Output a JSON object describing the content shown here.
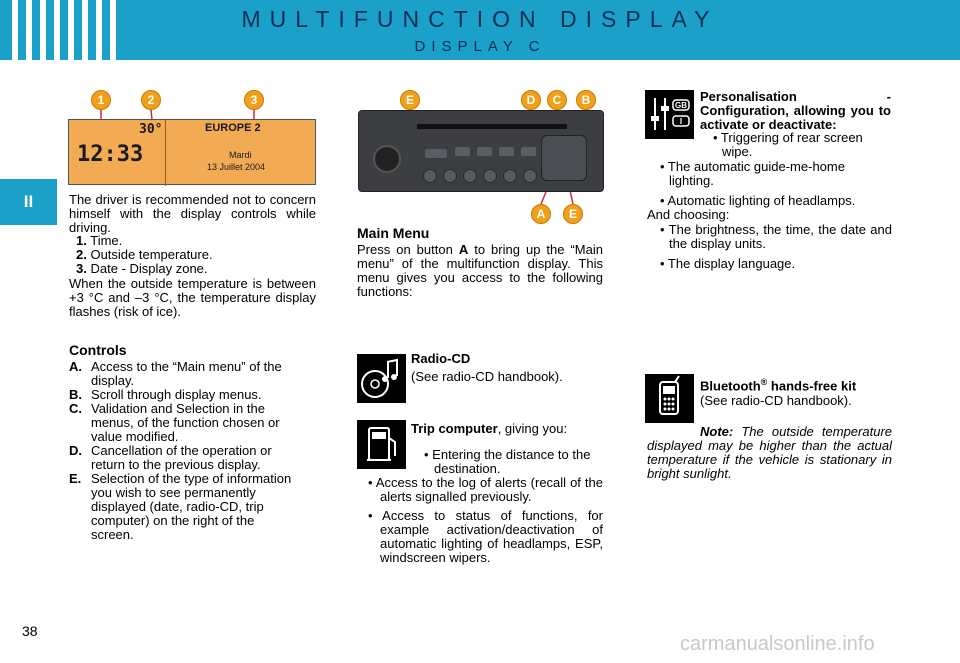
{
  "header": {
    "title": "MULTIFUNCTION DISPLAY",
    "subtitle": "DISPLAY C",
    "accent_color": "#1aa0c9"
  },
  "side_tab": "II",
  "callouts": {
    "display": [
      "1",
      "2",
      "3"
    ],
    "radio_top": [
      "E",
      "D",
      "C",
      "B"
    ],
    "radio_bottom": [
      "A",
      "E"
    ]
  },
  "display_image": {
    "time": "12:33",
    "temperature": "30°",
    "station": "EUROPE 2",
    "day": "Mardi",
    "date": "13 Juillet 2004"
  },
  "left": {
    "intro": "The driver is recommended not to concern himself with the display controls while driving.",
    "items": [
      {
        "num": "1.",
        "text": "Time."
      },
      {
        "num": "2.",
        "text": "Outside temperature."
      },
      {
        "num": "3.",
        "text": "Date - Display zone."
      }
    ],
    "warning": "When the outside temperature is between +3 °C and –3 °C, the temperature display flashes (risk of ice).",
    "controls_heading": "Controls",
    "controls": [
      {
        "key": "A.",
        "text": "Access to the “Main menu” of the display."
      },
      {
        "key": "B.",
        "text": "Scroll through display menus."
      },
      {
        "key": "C.",
        "text": "Validation and Selection in the menus, of the function chosen or value modified."
      },
      {
        "key": "D.",
        "text": "Cancellation of the operation or return to the previous display."
      },
      {
        "key": "E.",
        "text": "Selection of the type of information you wish to see permanently displayed (date, radio-CD, trip computer) on the right of the screen."
      }
    ]
  },
  "middle": {
    "main_menu_heading": "Main Menu",
    "main_menu_before": "Press on button ",
    "main_menu_button": "A",
    "main_menu_after": " to bring up the “Main menu” of the multifunction display. This menu gives you access to the following functions:",
    "radio_cd_title": "Radio-CD",
    "radio_cd_note": "(See radio-CD handbook).",
    "trip_title": "Trip computer",
    "trip_after": ", giving you:",
    "trip_sub": "• Entering the distance to the destination.",
    "trip_bullets": [
      "• Access to the log of alerts (recall of the alerts signalled previously.",
      "• Access to status of functions, for example activation/deactivation of automatic lighting of headlamps, ESP, windscreen wipers."
    ]
  },
  "right": {
    "personalisation_title": "Personalisation - Configuration, allowing you to activate or deactivate:",
    "personalisation_sub": "• Triggering of rear screen wipe.",
    "bullets": [
      "• The automatic guide-me-home lighting.",
      "• Automatic lighting of headlamps."
    ],
    "choosing": "And choosing:",
    "choosing_bullets": [
      "• The brightness, the time, the date and the display units.",
      "• The display language."
    ],
    "language_icon_top": "GB",
    "language_icon_bottom": "I",
    "bluetooth_title": "Bluetooth",
    "bluetooth_reg": "®",
    "bluetooth_title_rest": " hands-free kit",
    "bluetooth_note": "(See radio-CD handbook).",
    "note_label": "Note:",
    "note_text": " The outside temperature displayed may be higher than the actual temperature if the vehicle is stationary in bright sunlight."
  },
  "page_number": "38",
  "watermark": "carmanualsonline.info"
}
